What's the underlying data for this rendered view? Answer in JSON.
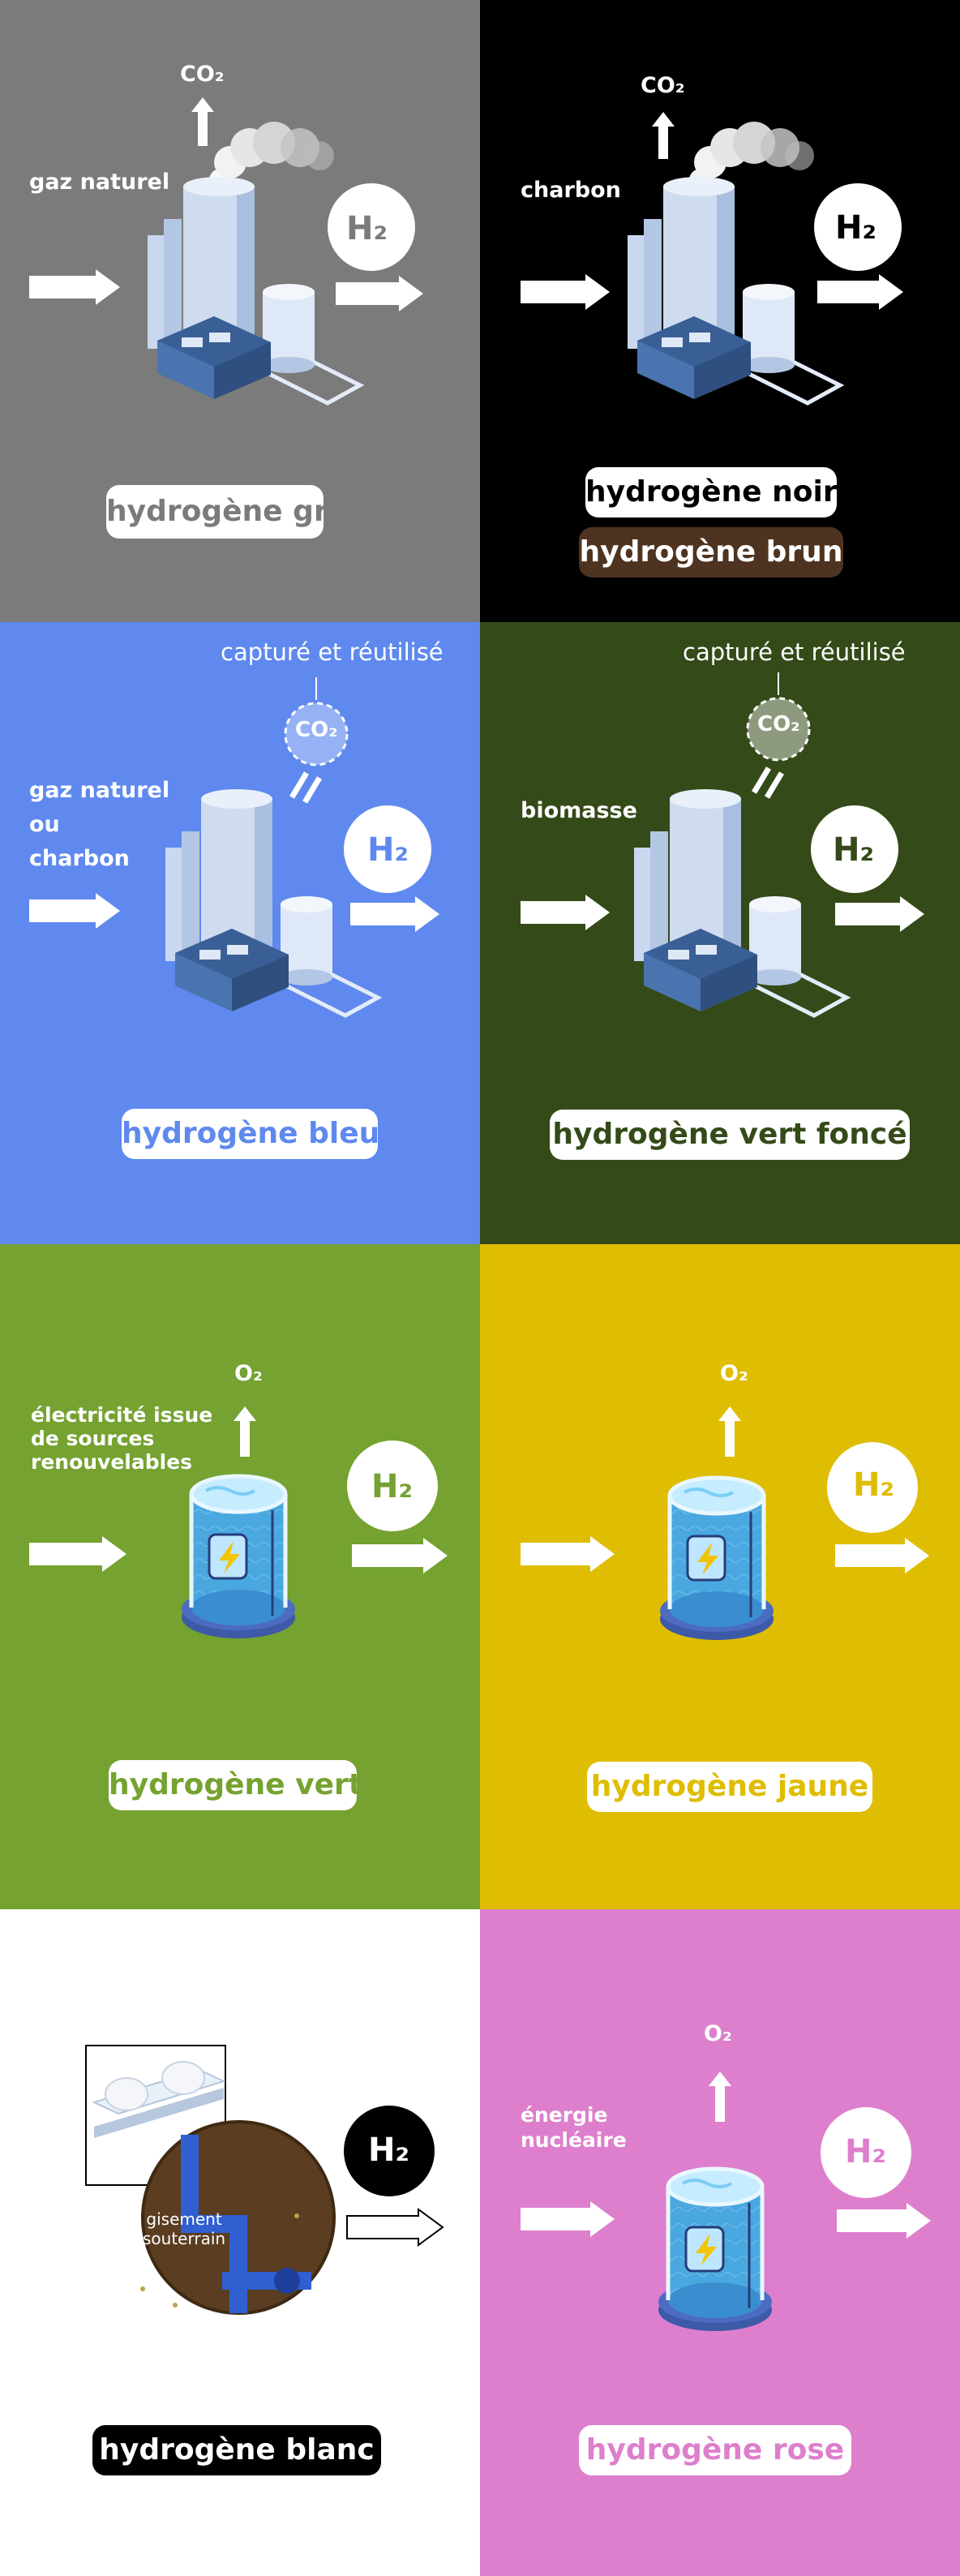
{
  "colors": {
    "gris": "#7b7b7b",
    "noir": "#000000",
    "brun": "#4e3420",
    "bleu": "#5f89ee",
    "vert_fonce": "#344a18",
    "vert": "#75a230",
    "jaune": "#dfbd02",
    "blanc": "#ffffff",
    "rose": "#dd7fcd"
  },
  "panels": [
    {
      "id": "gris",
      "input_label": "gaz naturel",
      "output_formula": "H₂",
      "byproduct": "CO₂",
      "title": "hydrogène gris",
      "icon": "factory-icon"
    },
    {
      "id": "noir",
      "input_label": "charbon",
      "output_formula": "H₂",
      "byproduct": "CO₂",
      "title": "hydrogène noir",
      "title2": "hydrogène brun",
      "icon": "factory-icon"
    },
    {
      "id": "bleu",
      "input_label": "gaz naturel\nou\ncharbon",
      "output_formula": "H₂",
      "byproduct": "CO₂",
      "note": "capturé et réutilisé",
      "title": "hydrogène bleu",
      "icon": "factory-icon"
    },
    {
      "id": "vert_fonce",
      "input_label": "biomasse",
      "output_formula": "H₂",
      "byproduct": "CO₂",
      "note": "capturé et réutilisé",
      "title": "hydrogène vert foncé",
      "icon": "factory-icon"
    },
    {
      "id": "vert",
      "input_label": "électricité issue\nde sources\nrenouvelables",
      "output_formula": "H₂",
      "byproduct": "O₂",
      "title": "hydrogène vert",
      "icon": "electrolyser-icon"
    },
    {
      "id": "jaune",
      "input_label": "",
      "output_formula": "H₂",
      "byproduct": "O₂",
      "title": "hydrogène jaune",
      "icon": "electrolyser-icon"
    },
    {
      "id": "blanc",
      "output_formula": "H₂",
      "deposit_label": "gisement\nsouterrain",
      "title": "hydrogène blanc",
      "icon": "underground-deposit-icon"
    },
    {
      "id": "rose",
      "input_label": "énergie\nnucléaire",
      "output_formula": "H₂",
      "byproduct": "O₂",
      "title": "hydrogène rose",
      "icon": "electrolyser-icon"
    }
  ]
}
